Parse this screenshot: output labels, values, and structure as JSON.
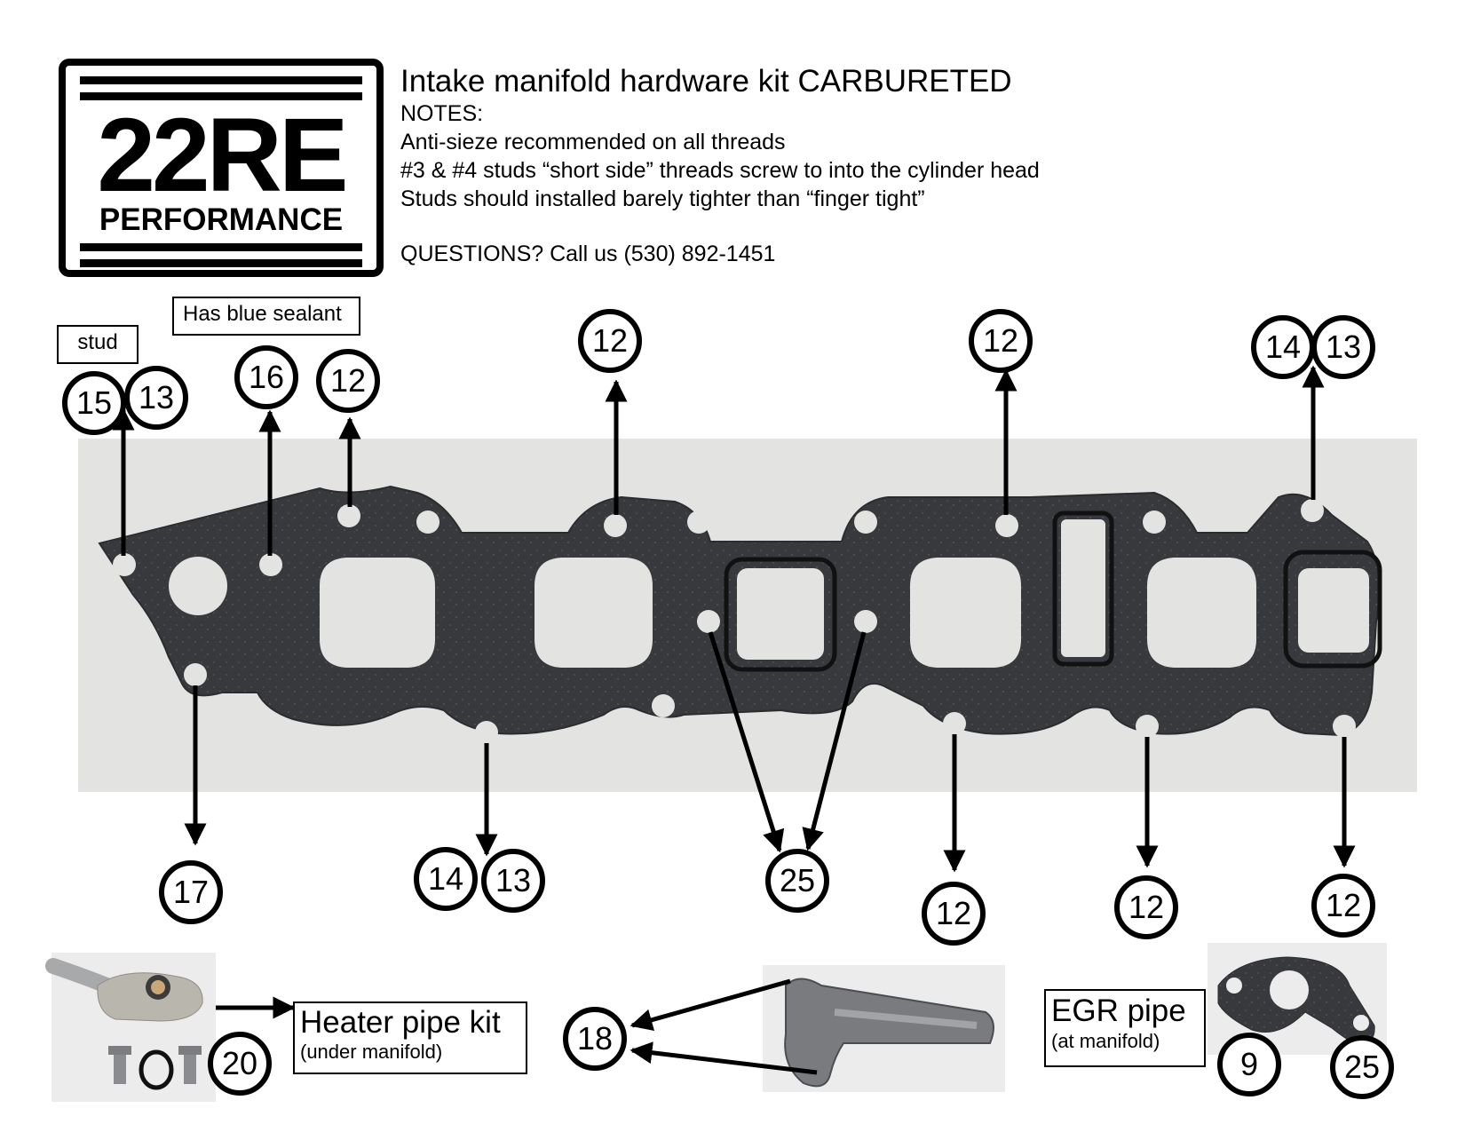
{
  "logo": {
    "line1": "22RE",
    "line2": "PERFORMANCE"
  },
  "notes": {
    "title": "Intake manifold hardware kit CARBURETED",
    "heading": "NOTES:",
    "lines": [
      "Anti-sieze recommended on all threads",
      "#3 & #4 studs “short side” threads screw to into the cylinder head",
      "Studs should installed barely tighter than “finger tight”"
    ],
    "questions": "QUESTIONS? Call us (530) 892-1451"
  },
  "labels": {
    "stud": "stud",
    "sealant": "Has blue sealant",
    "heater_title": "Heater pipe kit",
    "heater_sub": "(under manifold)",
    "egr_title": "EGR pipe",
    "egr_sub": "(at manifold)"
  },
  "callouts": [
    "15",
    "13",
    "16",
    "12",
    "12",
    "12",
    "14",
    "13",
    "17",
    "14",
    "13",
    "25",
    "12",
    "12",
    "12",
    "20",
    "18",
    "9",
    "25"
  ],
  "colors": {
    "gasket": "#37393c",
    "photo_bg": "#e3e3e1",
    "ink": "#000000"
  }
}
